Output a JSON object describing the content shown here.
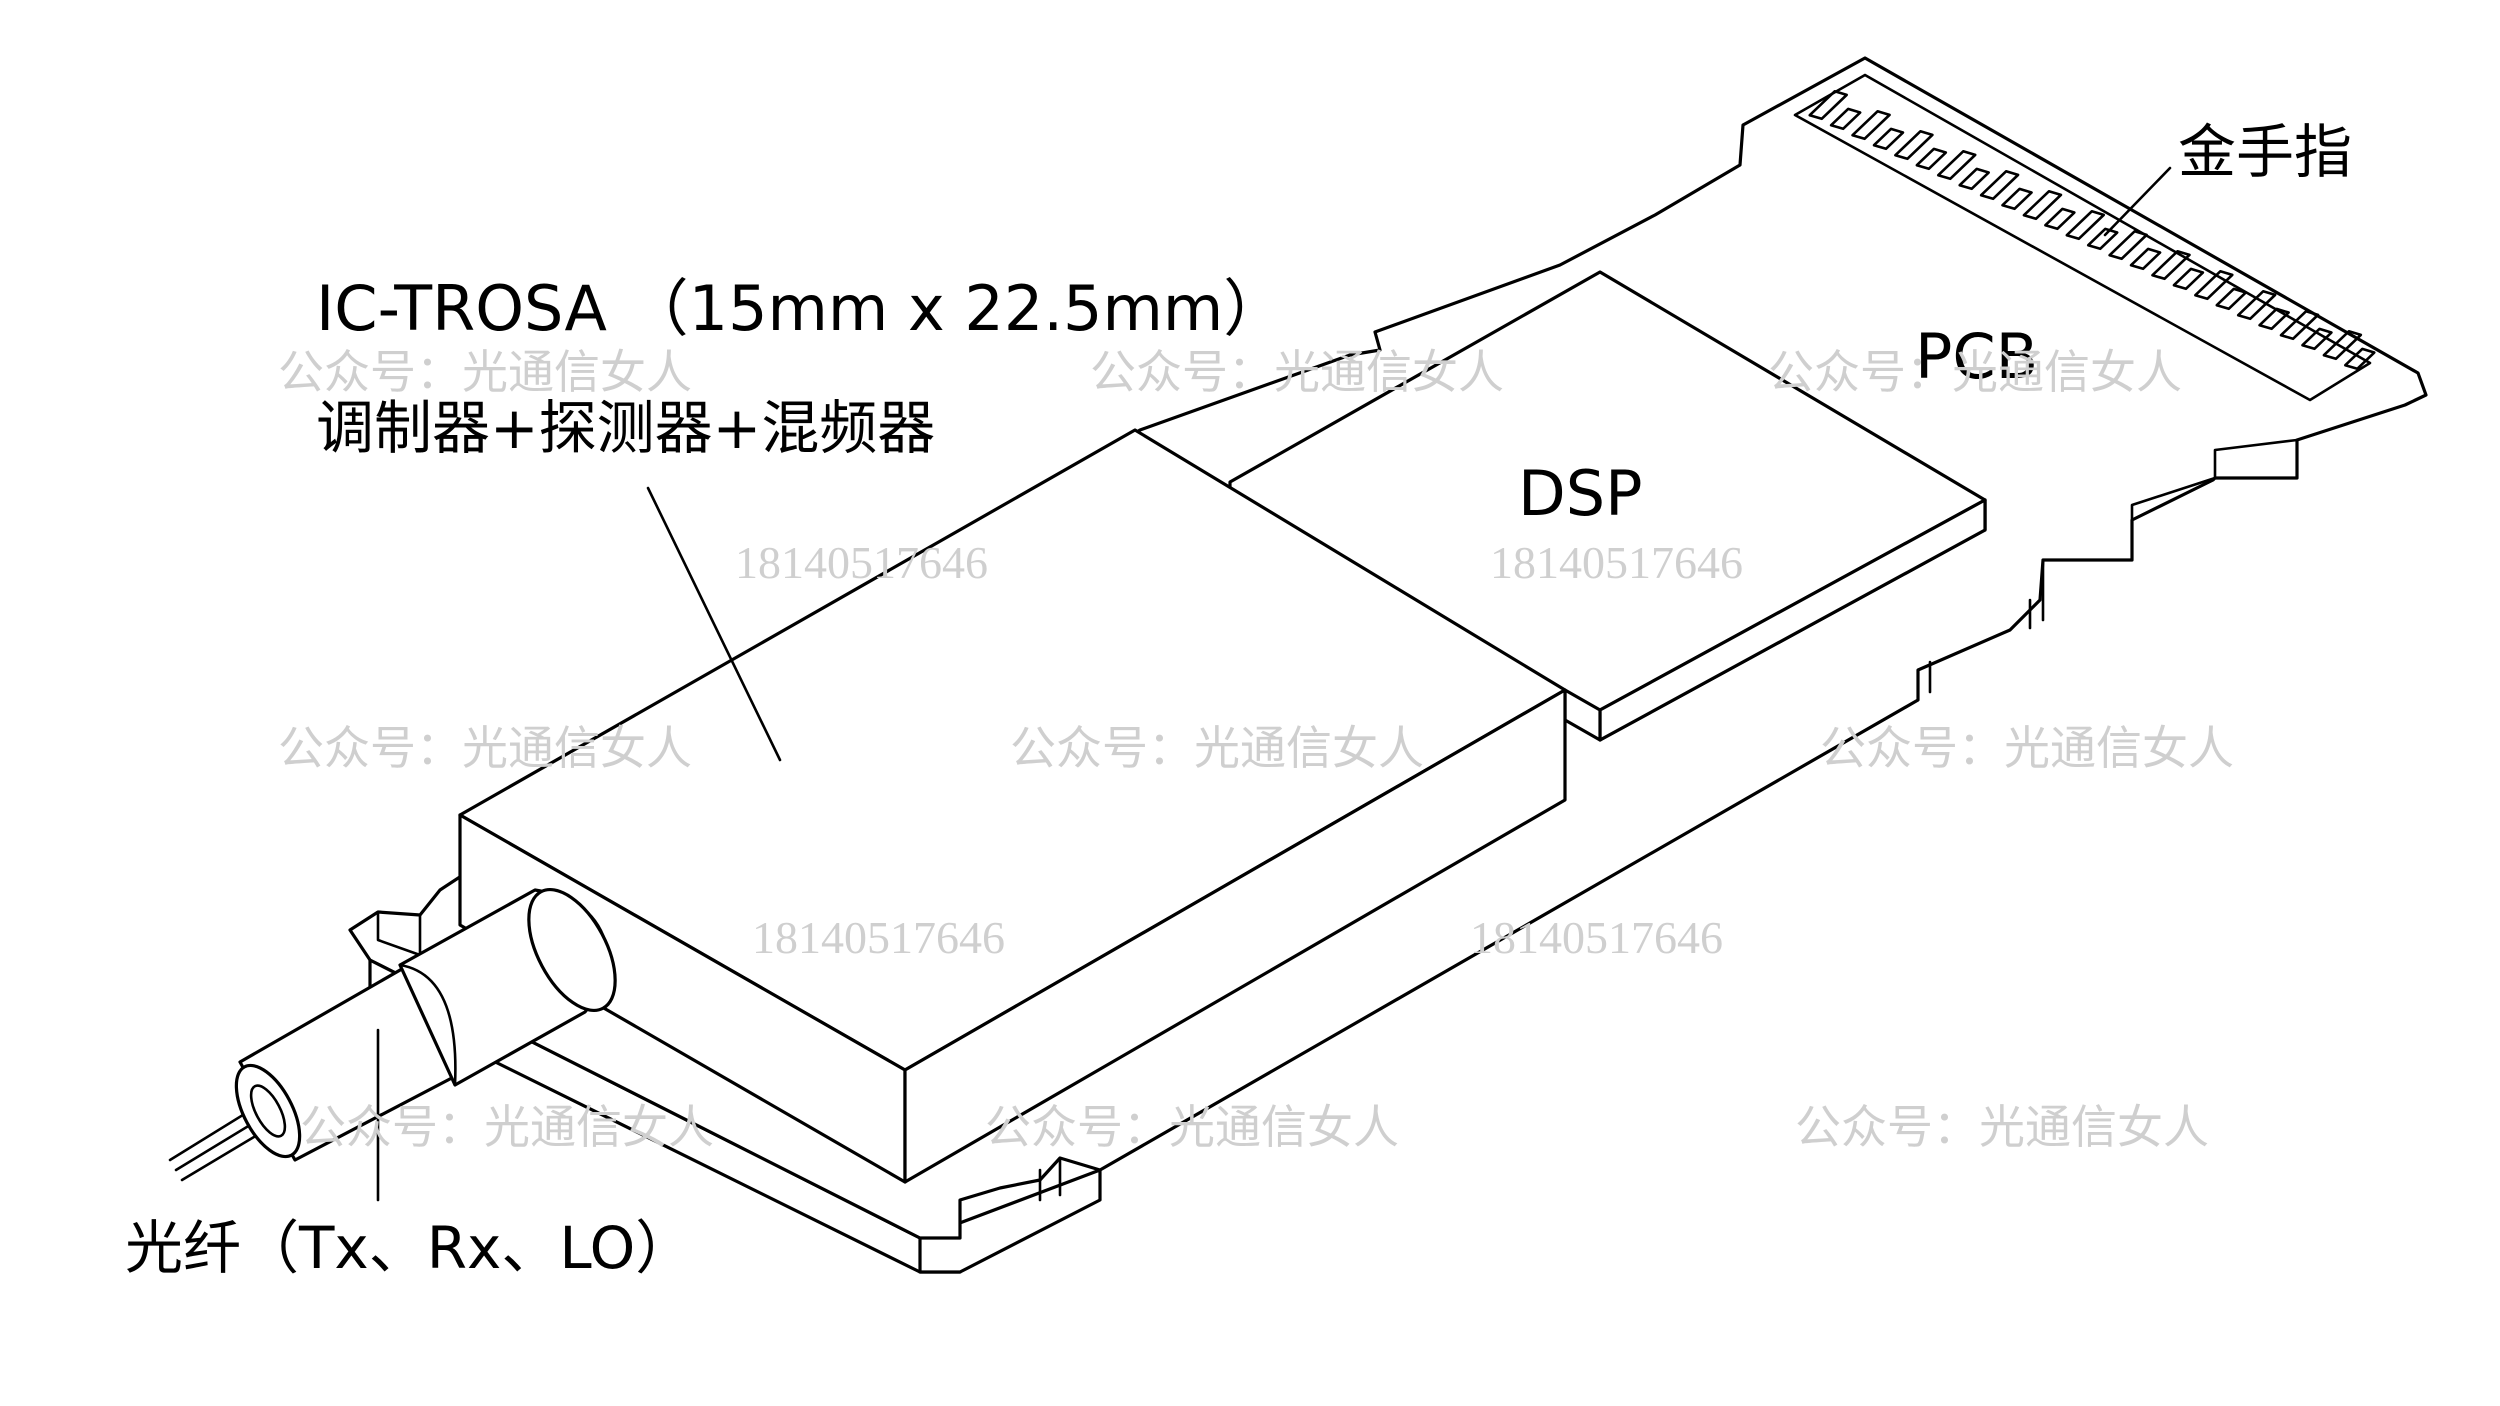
{
  "labels": {
    "trosa_title": "IC-TROSA （15mm x 22.5mm）",
    "trosa_sub": "调制器+探测器+混频器",
    "dsp": "DSP",
    "pcb": "PCB",
    "gold_finger": "金手指",
    "fiber": "光纤（Tx、Rx、LO）"
  },
  "watermarks": {
    "account": "公众号：光通信女人",
    "phone": "18140517646"
  }
}
